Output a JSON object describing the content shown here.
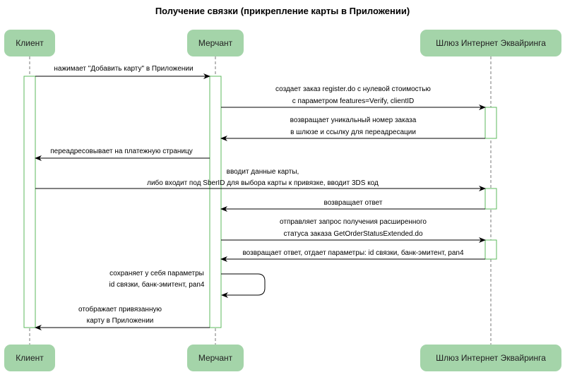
{
  "title": "Получение связки (прикрепление карты в Приложении)",
  "colors": {
    "participant_fill": "#a4d4a9",
    "lifeline": "#777777",
    "activation_stroke": "#5cb85c",
    "arrow": "#000000"
  },
  "participants": [
    {
      "id": "client",
      "label": "Клиент"
    },
    {
      "id": "merchant",
      "label": "Мерчант"
    },
    {
      "id": "gateway",
      "label": "Шлюз Интернет Эквайринга"
    }
  ],
  "messages": [
    {
      "from": "client",
      "to": "merchant",
      "lines": [
        "нажимает \"Добавить карту\" в Приложении"
      ]
    },
    {
      "from": "merchant",
      "to": "gateway",
      "lines": [
        "создает заказ register.do с нулевой стоимостью",
        "с параметром features=Verify, clientID"
      ]
    },
    {
      "from": "gateway",
      "to": "merchant",
      "lines": [
        "возвращает уникальный номер заказа",
        "в шлюзе и ссылку для переадресации"
      ]
    },
    {
      "from": "merchant",
      "to": "client",
      "lines": [
        "переадресовывает на платежную страницу"
      ]
    },
    {
      "from": "client",
      "to": "gateway",
      "lines": [
        "вводит данные карты,",
        "либо входит под SberID для выбора карты к привязке, вводит 3DS код"
      ]
    },
    {
      "from": "gateway",
      "to": "merchant",
      "lines": [
        "возвращает ответ"
      ]
    },
    {
      "from": "merchant",
      "to": "gateway",
      "lines": [
        "отправляет запрос получения расширенного",
        "статуса заказа GetOrderStatusExtended.do"
      ]
    },
    {
      "from": "gateway",
      "to": "merchant",
      "lines": [
        "возвращает ответ, отдает параметры: id связки, банк-эмитент, pan4"
      ]
    },
    {
      "from": "merchant",
      "to": "merchant",
      "lines": [
        "сохраняет у себя параметры",
        "id связки, банк-эмитент, pan4"
      ]
    },
    {
      "from": "merchant",
      "to": "client",
      "lines": [
        "отображает привязанную",
        "карту в Приложении"
      ]
    }
  ]
}
